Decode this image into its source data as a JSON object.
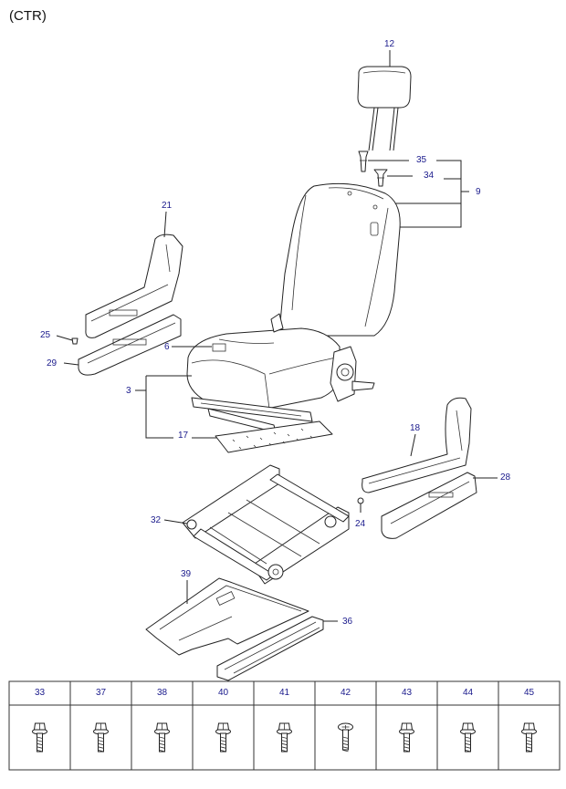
{
  "region_label": "(CTR)",
  "colors": {
    "callout_text": "#1a1a8c",
    "line": "#222222",
    "background": "#ffffff"
  },
  "callouts": {
    "c12": "12",
    "c35": "35",
    "c34": "34",
    "c9": "9",
    "c21": "21",
    "c25": "25",
    "c29": "29",
    "c6": "6",
    "c3": "3",
    "c17": "17",
    "c18": "18",
    "c28": "28",
    "c24": "24",
    "c32": "32",
    "c39": "39",
    "c36": "36"
  },
  "bolt_table": {
    "headers": [
      "33",
      "37",
      "38",
      "40",
      "41",
      "42",
      "43",
      "44",
      "45"
    ],
    "icons": [
      "hex-flange-bolt-icon",
      "hex-flange-bolt-icon",
      "hex-flange-bolt-icon",
      "hex-flange-bolt-icon",
      "hex-flange-bolt-icon",
      "phillips-screw-icon",
      "hex-flange-bolt-icon",
      "hex-flange-bolt-icon",
      "hex-flange-bolt-icon"
    ]
  }
}
